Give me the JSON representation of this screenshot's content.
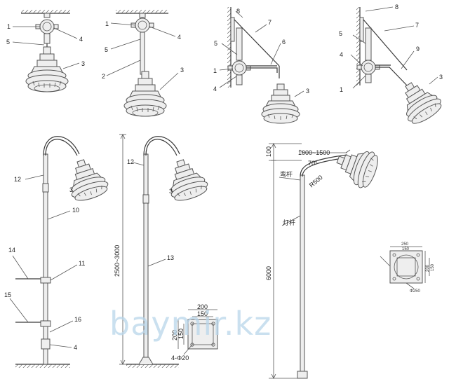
{
  "callouts": {
    "d1": [
      "1",
      "4",
      "5",
      "3"
    ],
    "d2": [
      "1",
      "4",
      "5",
      "2",
      "3"
    ],
    "d3": [
      "8",
      "7",
      "5",
      "6",
      "1",
      "4",
      "3"
    ],
    "d4": [
      "8",
      "7",
      "5",
      "9",
      "4",
      "1",
      "3"
    ],
    "d5": [
      "12",
      "3",
      "10",
      "14",
      "11",
      "15",
      "16",
      "4"
    ],
    "d6": [
      "12",
      "3",
      "13"
    ],
    "d7": {
      "bent_pole": "弯杆",
      "lamp_pole": "灯杆"
    }
  },
  "dimensions": {
    "d6_height": "2500~3000",
    "d7_top": "100",
    "d7_arm": "1000~1500",
    "d7_angle": "70°",
    "d7_radius": "R500",
    "d7_height": "6000",
    "base1_w": "200",
    "base1_w_inner": "150",
    "base1_h": "200",
    "base1_h_inner": "150",
    "base1_holes": "4-Φ20",
    "base2_w": "250",
    "base2_w_inner": "150",
    "base2_h": "200",
    "base2_h_inner": "150",
    "base2_hole": "Φ250"
  },
  "watermark": "baymir.kz",
  "colors": {
    "line": "#3a3a3a",
    "watermark": "#b9d6ea",
    "fill": "#eeeeee"
  }
}
